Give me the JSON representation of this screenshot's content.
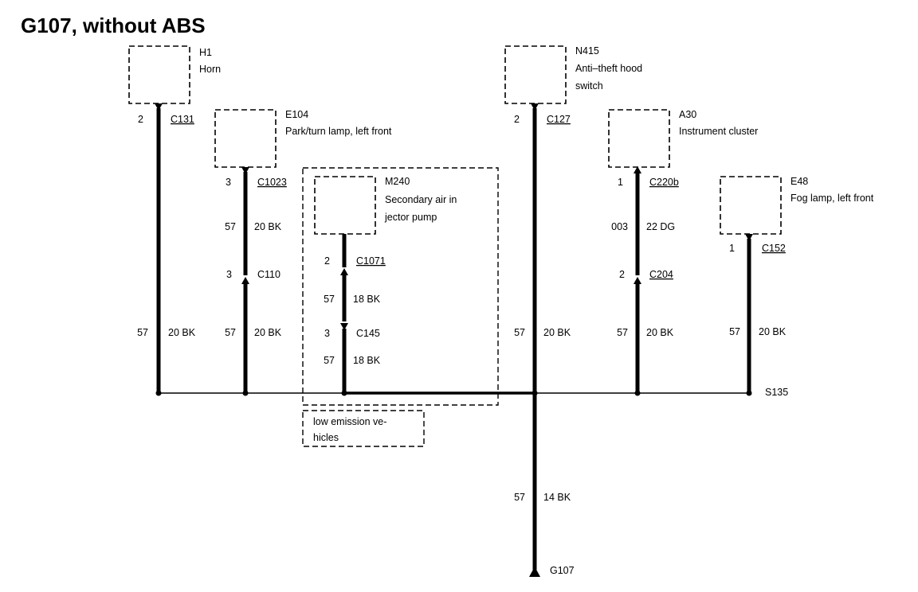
{
  "title": "G107, without ABS",
  "components": {
    "h1": {
      "id": "H1",
      "name": "Horn"
    },
    "e104": {
      "id": "E104",
      "name": "Park/turn lamp, left front"
    },
    "m240": {
      "id": "M240",
      "name_line1": "Secondary air in",
      "name_line2": "jector pump"
    },
    "n415": {
      "id": "N415",
      "name_line1": "Anti–theft hood",
      "name_line2": "switch"
    },
    "a30": {
      "id": "A30",
      "name": "Instrument cluster"
    },
    "e48": {
      "id": "E48",
      "name": "Fog lamp, left front"
    }
  },
  "connectors": {
    "c131": {
      "pin": "2",
      "name": "C131"
    },
    "c1023": {
      "pin": "3",
      "name": "C1023"
    },
    "c110": {
      "pin": "3",
      "name": "C110"
    },
    "c1071": {
      "pin": "2",
      "name": "C1071"
    },
    "c145": {
      "pin": "3",
      "name": "C145"
    },
    "c127": {
      "pin": "2",
      "name": "C127"
    },
    "c220b": {
      "pin": "1",
      "name": "C220b"
    },
    "c204": {
      "pin": "2",
      "name": "C204"
    },
    "c152": {
      "pin": "1",
      "name": "C152"
    }
  },
  "wires": {
    "horn": {
      "circuit": "57",
      "gauge": "20 BK"
    },
    "park_upper": {
      "circuit": "57",
      "gauge": "20 BK"
    },
    "park_lower": {
      "circuit": "57",
      "gauge": "20 BK"
    },
    "pump_upper": {
      "circuit": "57",
      "gauge": "18 BK"
    },
    "pump_lower": {
      "circuit": "57",
      "gauge": "18 BK"
    },
    "hood": {
      "circuit": "57",
      "gauge": "20 BK"
    },
    "cluster_upper": {
      "circuit": "003",
      "gauge": "22 DG"
    },
    "cluster_lower": {
      "circuit": "57",
      "gauge": "20 BK"
    },
    "fog": {
      "circuit": "57",
      "gauge": "20 BK"
    },
    "ground": {
      "circuit": "57",
      "gauge": "14 BK"
    }
  },
  "splice": "S135",
  "ground": "G107",
  "note": {
    "line1": "low emission ve-",
    "line2": "hicles"
  }
}
